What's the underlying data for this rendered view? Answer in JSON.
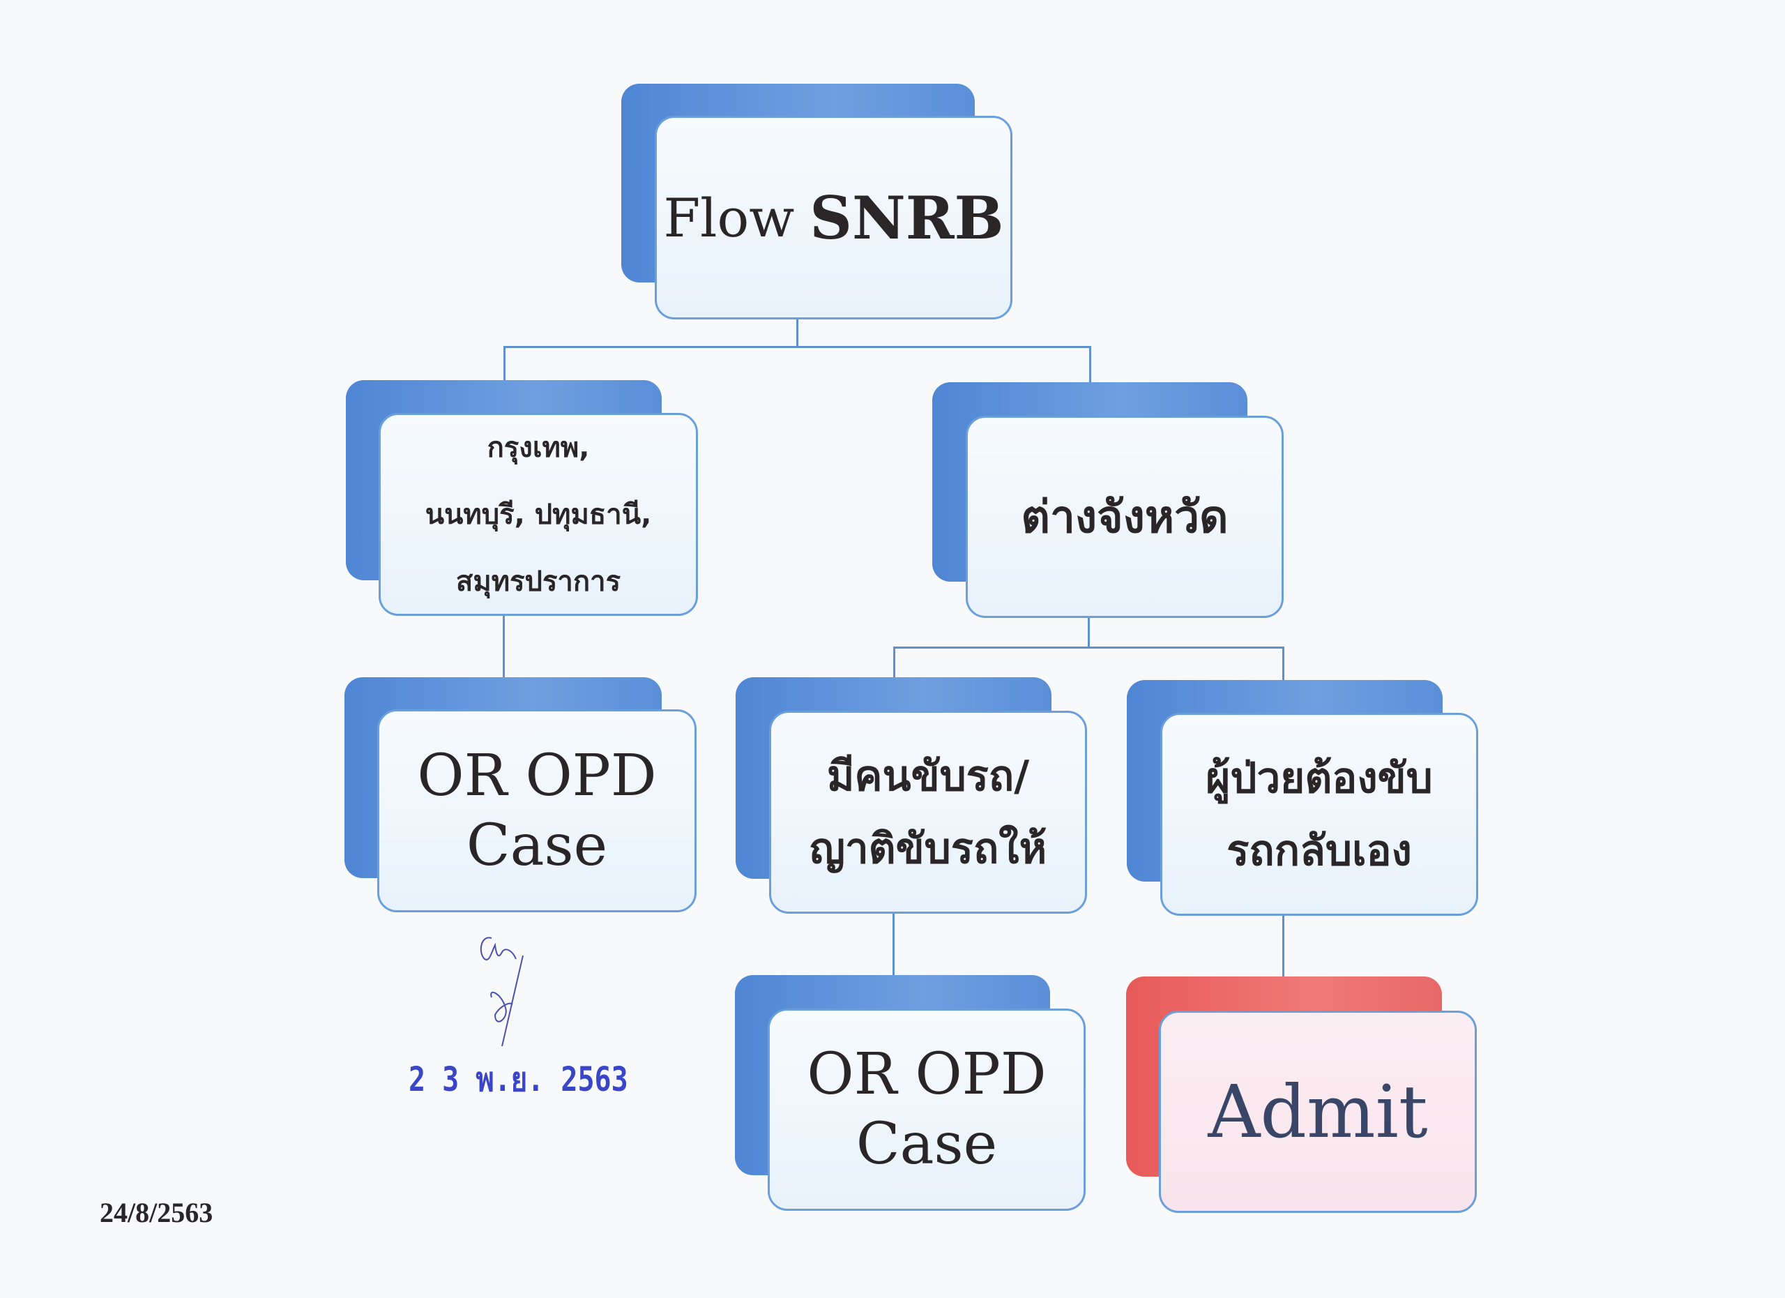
{
  "root": {
    "label_light": "Flow",
    "label_bold": "SNRB"
  },
  "level1": {
    "left": {
      "lines": [
        "กรุงเทพ,",
        "นนทบุรี, ปทุมธานี,",
        "สมุทรปราการ"
      ]
    },
    "right": {
      "label": "ต่างจังหวัด"
    }
  },
  "level2": {
    "left": {
      "lines": [
        "OR OPD",
        "Case"
      ]
    },
    "middle": {
      "lines": [
        "มีคนขับรถ/",
        "ญาติขับรถให้"
      ]
    },
    "right": {
      "lines": [
        "ผู้ป่วยต้องขับ",
        "รถกลับเอง"
      ]
    }
  },
  "level3": {
    "middle": {
      "lines": [
        "OR OPD",
        "Case"
      ]
    },
    "right": {
      "label": "Admit"
    }
  },
  "stamp": {
    "text": "2 3 พ.ย. 2563"
  },
  "signature": {
    "text": "signature"
  },
  "footer": {
    "date": "24/8/2563"
  },
  "colors": {
    "box_blue": "#5a8fd8",
    "box_red": "#e86a6a",
    "border": "#6a9fdc",
    "stamp": "#3a45c8"
  }
}
